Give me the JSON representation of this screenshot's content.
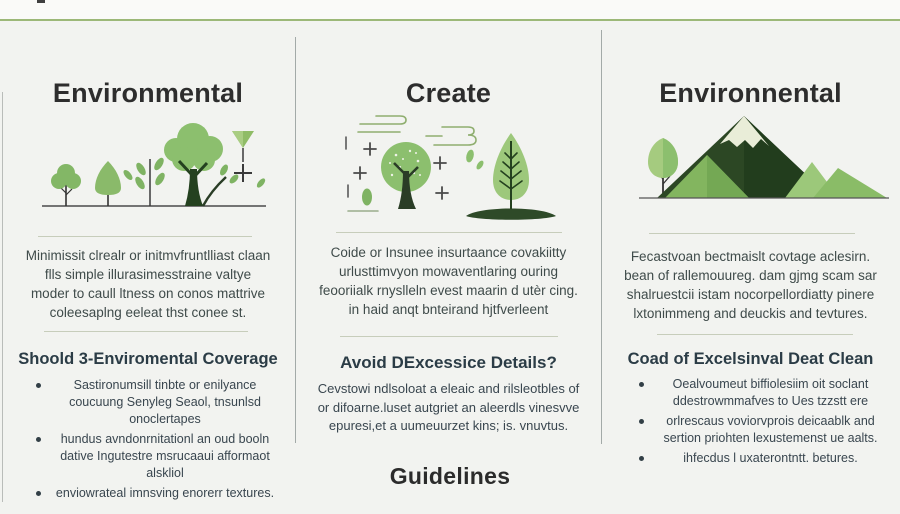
{
  "page": {
    "background": "#f2f3f0",
    "top_strip_color": "#fafaf8",
    "accent_line_color": "#9cb878",
    "divider_color": "#a3aaa8",
    "footer_title": "Guidelines"
  },
  "colors": {
    "title_text": "#2d2d2d",
    "heading_text": "#2b3c46",
    "body_text": "#3f4b4a",
    "green_light": "#9dc87b",
    "green_mid": "#8cbf6e",
    "green_dark": "#24411f",
    "mountain_dark": "#2c4724",
    "snow": "#e9edd8"
  },
  "columns": [
    {
      "title": "Environmental",
      "illustration": "growing-trees-illustration",
      "paragraph": [
        "Minimissit clrealr or initmvfruntlliast claan",
        "flls simple illurasimesstraine valtye",
        "moder to caull ltness on conos mattrive",
        "coleesaplng eeleat thst conee st."
      ],
      "section_heading": "Shoold 3-Enviromental Coverage",
      "bullets": [
        "Sastironumsill tinbte or enilyance coucuung Senyleg Seaol, tnsunlsd onoclertapes",
        "hundus avndonrnitationl an oud booln dative Ingutestre msrucaaui afformaot alskliol",
        "enviowrateal imnsving enorerr textures."
      ]
    },
    {
      "title": "Create",
      "illustration": "tree-with-clouds-illustration",
      "paragraph": [
        "Coide or Insunee insurtaance covakiitty",
        "urlusttimvyon mowaventlaring ouring",
        "feooriialk rnyslleln evest maarin d utèr cing.",
        "in haid anqt bnteirand hjtfverleent"
      ],
      "section_heading": "Avoid DExcessice Details?",
      "section_paragraph": [
        "Cevstowi ndlsoloat a eleaic and rilsleotbles of",
        "or difoarne.luset autgriet an aleerdls vinesvve",
        "epuresi,et a uumeuurzet kins; is. vnuvtus."
      ]
    },
    {
      "title": "Environnental",
      "illustration": "mountains-illustration",
      "paragraph": [
        "Fecastvoan bectmaislt covtage aclesirn.",
        "bean of rallemouureg. dam gjmg scam sar",
        "shalruestcii istam nocorpellordiatty pinere",
        "lxtonimmeng and deuckis and tevtures."
      ],
      "section_heading": "Coad of Excelsinval Deat Clean",
      "bullets": [
        "Oealvoumeut biffiolesiim oit soclant ddestrowmmafves to Ues tzzstt ere",
        "orlrescaus voviorvprois deicaablk and sertion priohten lexustemenst ue aalts.",
        "ihfecdus l uxaterontntt. betures."
      ]
    }
  ]
}
